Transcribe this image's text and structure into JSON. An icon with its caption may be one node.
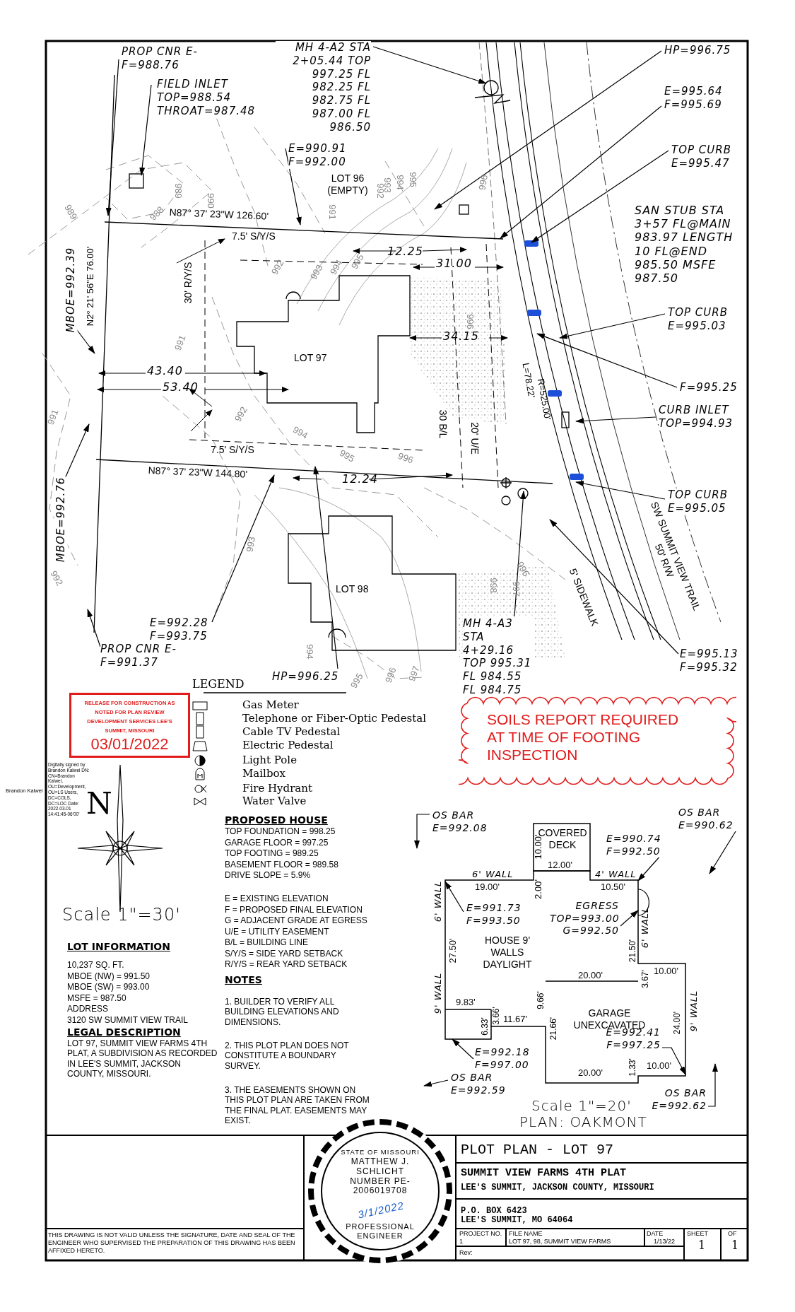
{
  "diagram": {
    "nodes": [
      {
        "text": [
          "PROP CNR E-F=988.76"
        ]
      },
      {
        "text": [
          "FIELD INLET TOP=988.54 THROAT=987.48"
        ]
      },
      {
        "text": [
          "MH 4-A2 STA 2+05.44 TOP 997.25 FL 982.25 FL 982.75 FL 987.00 FL 986.50"
        ]
      },
      {
        "text": [
          "HP=996.75"
        ]
      },
      {
        "text": [
          "E=995.64 F=995.69"
        ]
      },
      {
        "text": [
          "E=990.91 F=992.00"
        ]
      },
      {
        "text": [
          "TOP CURB E=995.47"
        ]
      },
      {
        "text": [
          "MBOE=992.39"
        ]
      },
      {
        "text": [
          "TOP CURB E=995.03"
        ]
      },
      {
        "text": [
          "F=995.25"
        ]
      },
      {
        "text": [
          "CURB INLET TOP=994.93"
        ]
      },
      {
        "text": [
          "MBOE=992.76"
        ]
      },
      {
        "text": [
          "TOP CURB E=995.05"
        ]
      },
      {
        "text": [
          "E=992.28 F=993.75"
        ]
      },
      {
        "text": [
          "PROP CNR E-F=991.37"
        ]
      },
      {
        "text": [
          "MH 4-A3 STA 4+29.16 TOP 995.31 FL 984.55 FL 984.75"
        ]
      },
      {
        "text": [
          "E=995.13 F=995.32"
        ]
      },
      {
        "text": [
          "HP=996.25"
        ]
      },
      {
        "text": [
          "RELEASE FOR CONSTRUCTION AS NOTED FOR PLAN REVIEW DEVELOPMENT SERVICES LEE'S SUMMIT, MISSOURI",
          "03/01/2022"
        ]
      },
      {
        "text": [
          "SOILS REPORT REQUIRED AT TIME OF FOOTING INSPECTION"
        ]
      },
      {
        "text": [],
        "shape": "box"
      },
      {
        "text": [
          "OS BAR E=992.08"
        ]
      },
      {
        "text": [
          "OS BAR E=990.62"
        ]
      },
      {
        "text": [
          "E=990.74 F=992.50"
        ]
      },
      {
        "text": [
          "E=991.73 F=993.50"
        ],
        "in": 20
      },
      {
        "text": [
          "EGRESS TOP=993.00 G=992.50"
        ],
        "in": 20
      },
      {
        "text": [
          "E=992.18 F=997.00"
        ],
        "in": 20
      },
      {
        "text": [
          "OS BAR E=992.59"
        ]
      },
      {
        "text": [
          "E=992.41 F=997.25"
        ],
        "in": 20
      },
      {
        "text": [
          "OS BAR E=992.62"
        ]
      },
      {
        "text": [
          "STATE OF MISSOURI",
          "MATTHEW J. SCHLICHT NUMBER PE-2006019708",
          "PROFESSIONAL ENGINEER",
          "3/1/2022"
        ]
      }
    ],
    "edges": [
      {
        "from": 0,
        "to": null,
        "arrow": "to"
      },
      {
        "from": 1,
        "to": null,
        "arrow": "to"
      },
      {
        "from": 2,
        "to": null,
        "arrow": "to"
      },
      {
        "from": 3,
        "to": null,
        "arrow": "to"
      },
      {
        "from": 4,
        "to": null,
        "arrow": "to"
      },
      {
        "from": 5,
        "to": null,
        "arrow": "to"
      },
      {
        "from": 6,
        "to": null,
        "arrow": "to"
      },
      {
        "from": 7,
        "to": null,
        "arrow": "to"
      },
      {
        "from": 8,
        "to": null,
        "arrow": "to"
      },
      {
        "from": 9,
        "to": null,
        "arrow": "to"
      },
      {
        "from": 10,
        "to": null,
        "arrow": "to"
      },
      {
        "from": 11,
        "to": null,
        "arrow": "to"
      },
      {
        "from": 12,
        "to": null,
        "arrow": "to"
      },
      {
        "from": 13,
        "to": null,
        "arrow": "to"
      },
      {
        "from": 14,
        "to": null,
        "arrow": "to"
      },
      {
        "from": 15,
        "to": null,
        "arrow": "to"
      },
      {
        "from": 16,
        "to": null,
        "arrow": "to"
      },
      {
        "from": 17,
        "to": null,
        "arrow": "to"
      },
      {
        "from": 21,
        "to": null,
        "arrow": "to"
      },
      {
        "from": 22,
        "to": null,
        "arrow": "to"
      },
      {
        "from": 23,
        "to": 20,
        "arrow": "to"
      },
      {
        "from": 24,
        "to": 20,
        "arrow": "to"
      },
      {
        "from": 25,
        "to": 20,
        "arrow": "to"
      },
      {
        "from": 26,
        "to": 20,
        "arrow": "to"
      },
      {
        "from": 27,
        "to": null,
        "arrow": "to"
      },
      {
        "from": 28,
        "to": 20,
        "arrow": "to"
      },
      {
        "from": 29,
        "to": null,
        "arrow": "to"
      }
    ],
    "labels": [
      "N87° 37' 23\"W  126.60'",
      "7.5' S/Y/S",
      "12.25",
      "31.00",
      "N2° 21' 56\"E 76.00'",
      "30' R/Y/S",
      "LOT 96 (EMPTY)",
      "SAN STUB STA 3+57 FL@MAIN 983.97 LENGTH 10 FL@END 985.50 MSFE 987.50",
      "LOT 97",
      "34.15",
      "43.40",
      "53.40",
      "L=78.22'",
      "R=525.00'",
      "30 B/L",
      "20' U/E",
      "7.5' S/Y/S",
      "N87° 37' 23\"W  144.80'",
      "12.24",
      "LOT 98",
      "5' SIDEWALK",
      "SW SUMMIT VIEW TRAIL 50' R/W",
      "989",
      "988",
      "989",
      "990",
      "991",
      "992",
      "993",
      "994",
      "995",
      "996",
      "991",
      "992",
      "993",
      "994",
      "995",
      "996",
      "991",
      "992",
      "994",
      "995",
      "996",
      "993",
      "994",
      "996",
      "997",
      "995",
      "998",
      "997",
      "996",
      "992",
      "LEGEND",
      "Brandon Kalwei",
      "Digitally signed by Brandon Kalwei DN: CN=Brandon Kalwei, OU=Development, OU=LS Users, DC=COLS, DC=LOC Date: 2022.03.01 14:41:45-06'00'",
      "N",
      "Scale 1\"=30'",
      "LOT INFORMATION",
      "10,237 SQ. FT.",
      "MBOE (NW) = 991.50",
      "MBOE (SW) = 993.00",
      "MSFE = 987.50",
      "ADDRESS",
      "3120 SW SUMMIT VIEW TRAIL",
      "LEGAL DESCRIPTION",
      "LOT 97, SUMMIT VIEW FARMS 4TH PLAT, A SUBDIVISION AS RECORDED IN LEE'S SUMMIT, JACKSON COUNTY, MISSOURI.",
      "PROPOSED HOUSE",
      "TOP FOUNDATION = 998.25",
      "GARAGE FLOOR = 997.25",
      "TOP FOOTING = 989.25",
      "BASEMENT FLOOR = 989.58",
      "DRIVE SLOPE = 5.9%",
      "E = EXISTING ELEVATION",
      "F = PROPOSED FINAL ELEVATION",
      "G = ADJACENT GRADE AT EGRESS",
      "U/E = UTILITY EASEMENT",
      "B/L = BUILDING LINE",
      "S/Y/S = SIDE YARD SETBACK",
      "R/Y/S = REAR YARD SETBACK",
      "NOTES",
      "1. BUILDER TO VERIFY ALL BUILDING ELEVATIONS AND DIMENSIONS.",
      "2. THIS PLOT PLAN DOES NOT CONSTITUTE A BOUNDARY SURVEY.",
      "3. THE EASEMENTS SHOWN ON THIS PLOT PLAN ARE TAKEN FROM THE FINAL PLAT. EASEMENTS MAY EXIST.",
      "COVERED DECK",
      "6' WALL",
      "19.00'",
      "10.00'",
      "2.00'",
      "12.00'",
      "4' WALL",
      "10.50'",
      "6' WALL",
      "27.50'",
      "HOUSE 9' WALLS DAYLIGHT",
      "9' WALL",
      "9.83'",
      "3.66'",
      "6.33'",
      "11.67'",
      "9.66'",
      "21.66'",
      "20.00'",
      "21.50'",
      "6' WALL",
      "3.67'",
      "10.00'",
      "9' WALL",
      "GARAGE UNEXCAVATED",
      "24.00'",
      "20.00'",
      "1.33'",
      "10.00'",
      "Scale 1\"=20'",
      "PLAN: OAKMONT",
      "THIS DRAWING IS NOT VALID UNLESS THE SIGNATURE, DATE AND SEAL OF THE ENGINEER WHO SUPERVISED THE PREPARATION OF THIS DRAWING HAS BEEN AFFIXED HERETO.",
      "PLOT PLAN - LOT 97",
      "SUMMIT VIEW FARMS 4TH PLAT",
      "LEE'S SUMMIT, JACKSON COUNTY, MISSOURI",
      "P.O. BOX 6423",
      "LEE'S SUMMIT, MO 64064",
      "PROJECT NO.",
      "1",
      "FILE NAME",
      "LOT 97, 98, SUMMIT VIEW FARMS",
      "DATE",
      "1/13/22",
      "SHEET",
      "1",
      "OF",
      "1",
      "Rev:"
    ],
    "legend": [
      {
        "text": "Gas Meter"
      },
      {
        "text": "Telephone or Fiber-Optic Pedestal"
      },
      {
        "text": "Cable TV Pedestal"
      },
      {
        "text": "Electric Pedestal"
      },
      {
        "text": "Light Pole"
      },
      {
        "text": "Mailbox"
      },
      {
        "text": "Fire Hydrant"
      },
      {
        "text": "Water Valve"
      }
    ]
  }
}
